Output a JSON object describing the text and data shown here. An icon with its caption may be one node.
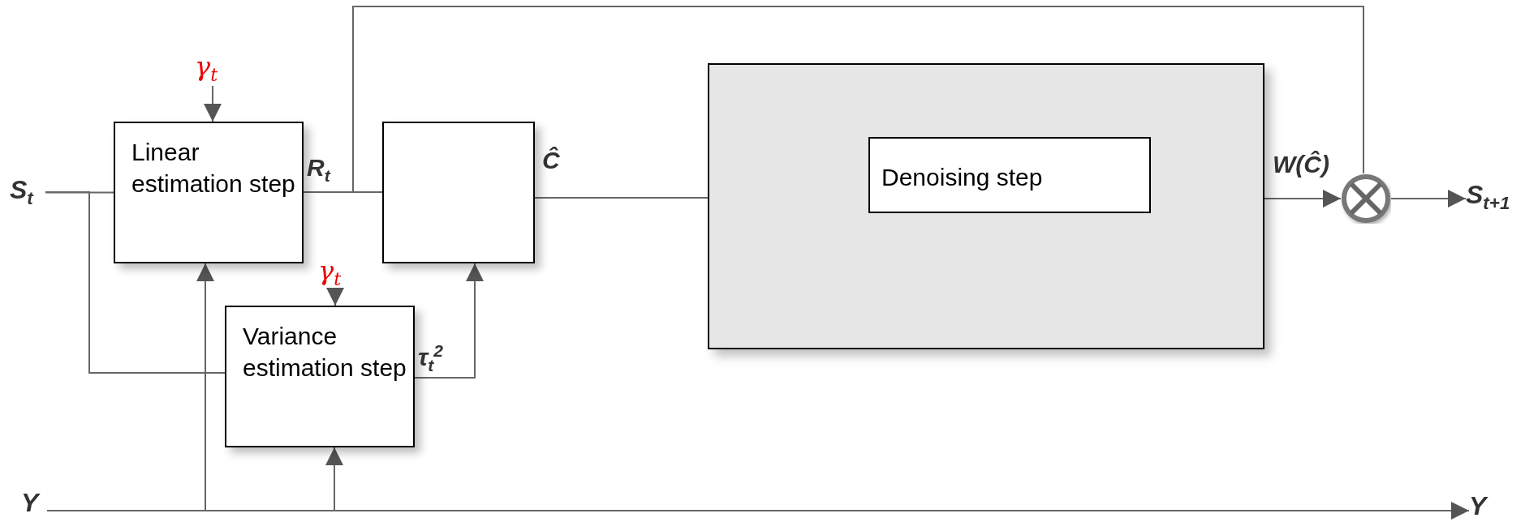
{
  "diagram": {
    "nodes": [
      {
        "text": [
          "S$_{t}$"
        ]
      },
      {
        "text": [
          "Linear estimation step"
        ]
      },
      {
        "text": [],
        "shape": "box"
      },
      {
        "text": [
          "Variance estimation step"
        ]
      },
      {
        "text": [],
        "shape": "box"
      },
      {
        "text": [
          "Denoising step"
        ],
        "in": 4
      },
      {
        "text": [],
        "shape": "circle"
      },
      {
        "text": [
          "S$_{t+1}$"
        ]
      },
      {
        "text": [
          "Y"
        ]
      },
      {
        "text": [
          "Y"
        ]
      },
      {
        "text": [
          "γ$_{t}$"
        ]
      },
      {
        "text": [
          "γ$_{t}$"
        ]
      }
    ],
    "edges": [
      {
        "from": 0,
        "to": 1,
        "arrow": "none"
      },
      {
        "from": 0,
        "to": 3,
        "arrow": "none"
      },
      {
        "from": 1,
        "to": 2,
        "arrow": "none",
        "label": "R$_{t}$"
      },
      {
        "from": 1,
        "to": 6,
        "arrow": "none"
      },
      {
        "from": 3,
        "to": 2,
        "arrow": "to",
        "label": "τ$_{t}$$^{2}$"
      },
      {
        "from": 2,
        "to": 4,
        "arrow": "none",
        "label": "Ĉ"
      },
      {
        "from": 4,
        "to": 6,
        "arrow": "to",
        "label": "W(Ĉ)"
      },
      {
        "from": 6,
        "to": 7,
        "arrow": "to"
      },
      {
        "from": 10,
        "to": 1,
        "arrow": "to"
      },
      {
        "from": 11,
        "to": 3,
        "arrow": "to"
      },
      {
        "from": 8,
        "to": 9,
        "arrow": "to"
      },
      {
        "from": 8,
        "to": 1,
        "arrow": "to"
      },
      {
        "from": 8,
        "to": 3,
        "arrow": "to"
      }
    ]
  }
}
